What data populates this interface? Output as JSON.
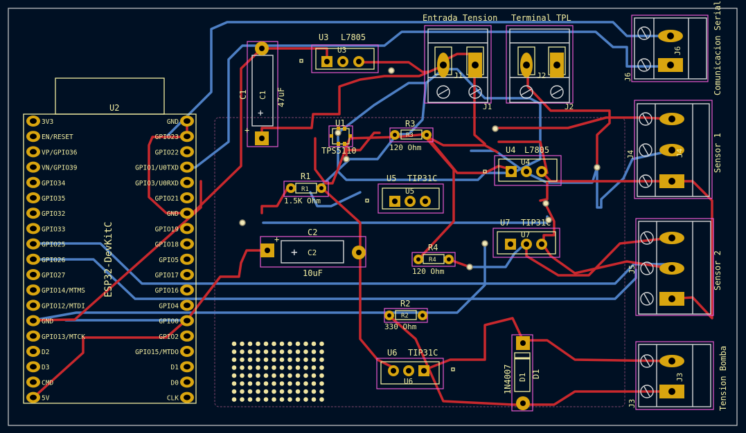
{
  "colors": {
    "background": "#001023",
    "copper_front": "#c8282d",
    "copper_back": "#4d7fc4",
    "silkscreen": "#f2eda1",
    "courtyard": "#e85ad0",
    "pad": "#d9a50f",
    "board_edge": "#d0d0d0"
  },
  "board": {
    "connector_titles": {
      "entrada": "Entrada Tension",
      "tpl": "Terminal TPL",
      "serial": "Comunicacion Serial",
      "sensor1": "Sensor 1",
      "sensor2": "Sensor 2",
      "bomba": "Tension Bomba"
    },
    "u2": {
      "ref": "U2",
      "value": "ESP32-DevKitC",
      "left_pins": [
        "3V3",
        "EN/RESET",
        "VP/GPIO36",
        "VN/GPIO39",
        "GPIO34",
        "GPIO35",
        "GPIO32",
        "GPIO33",
        "GPIO25",
        "GPIO26",
        "GPIO27",
        "GPIO14/MTMS",
        "GPIO12/MTDI",
        "GND",
        "GPIO13/MTCK",
        "D2",
        "D3",
        "CMD",
        "5V"
      ],
      "right_pins": [
        "GND",
        "GPIO23",
        "GPIO22",
        "GPIO1/U0TXD",
        "GPIO3/U0RXD",
        "GPIO21",
        "GND",
        "GPIO19",
        "GPIO18",
        "GPIO5",
        "GPIO17",
        "GPIO16",
        "GPIO4",
        "GPIO0",
        "GPIO2",
        "GPIO15/MTDO",
        "D1",
        "D0",
        "CLK"
      ]
    },
    "u3": {
      "ref": "U3",
      "value": "L7805",
      "fab": "U3"
    },
    "u4": {
      "ref": "U4",
      "value": "L7805",
      "fab": "U4"
    },
    "u5": {
      "ref": "U5",
      "value": "TIP31C",
      "fab": "U5"
    },
    "u6": {
      "ref": "U6",
      "value": "TIP31C",
      "fab": "U6"
    },
    "u7": {
      "ref": "U7",
      "value": "TIP31C",
      "fab": "U7"
    },
    "u1": {
      "ref": "U1",
      "value": "TPS5110"
    },
    "c1": {
      "ref": "C1",
      "fab": "C1",
      "value": "47uF"
    },
    "c2": {
      "ref": "C2",
      "fab": "C2",
      "value": "10uF"
    },
    "r1": {
      "ref": "R1",
      "fab": "R1",
      "value": "1.5K Ohm"
    },
    "r2": {
      "ref": "R2",
      "fab": "R2",
      "value": "330 Ohm"
    },
    "r3": {
      "ref": "R3",
      "fab": "R3",
      "value": "120 Ohm"
    },
    "r4": {
      "ref": "R4",
      "fab": "R4",
      "value": "120 Ohm"
    },
    "d1": {
      "ref": "D1",
      "fab": "D1",
      "value": "1N4007"
    },
    "j1": {
      "ref": "J1",
      "fab": "J1"
    },
    "j2": {
      "ref": "J2",
      "fab": "J2"
    },
    "j3": {
      "ref": "J3",
      "fab": "J3"
    },
    "j4": {
      "ref": "J4",
      "fab": "J4"
    },
    "j5": {
      "ref": "J5"
    },
    "j6": {
      "ref": "J6",
      "fab": "J6"
    }
  }
}
